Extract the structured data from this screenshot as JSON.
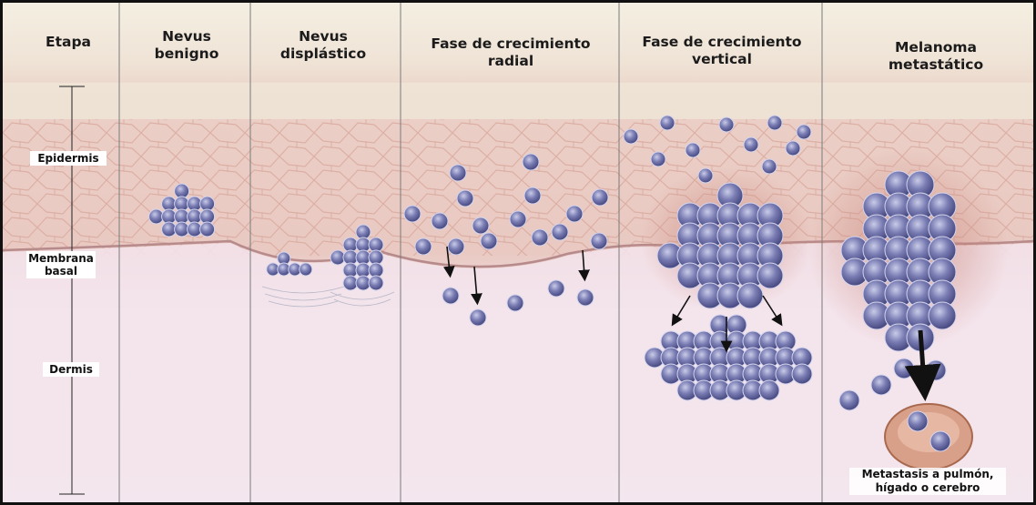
{
  "columns": [
    {
      "title": "Etapa"
    },
    {
      "title": "Nevus benigno"
    },
    {
      "title": "Nevus displástico"
    },
    {
      "title": "Fase de crecimiento radial"
    },
    {
      "title": "Fase de crecimiento vertical"
    },
    {
      "title": "Melanoma metastático"
    }
  ],
  "layers": {
    "epidermis": "Epidermis",
    "basal": "Membrana basal",
    "dermis": "Dermis"
  },
  "metastasis_label": "Metastasis a pulmón, hígado o cerebro",
  "colors": {
    "epidermis": "#edd2c8",
    "dermis": "#f1dfea",
    "cell_fill": "#6c6fa4",
    "cell_dark": "#3e4077",
    "divider": "#7a7a7a",
    "organ": "#d9a089"
  }
}
